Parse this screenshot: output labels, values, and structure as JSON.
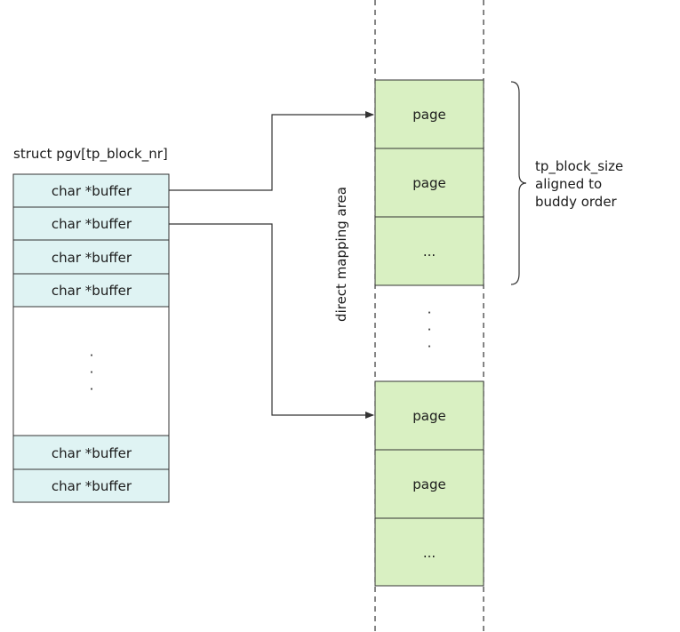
{
  "array": {
    "title": "struct pgv[tp_block_nr]",
    "top_entries": [
      "char *buffer",
      "char *buffer",
      "char *buffer",
      "char *buffer"
    ],
    "ellipsis": "· · ·",
    "bottom_entries": [
      "char *buffer",
      "char *buffer"
    ]
  },
  "area": {
    "label": "direct mapping area",
    "gap_ellipsis": "· · ·"
  },
  "block_top": {
    "cells": [
      "page",
      "page",
      "..."
    ]
  },
  "block_bottom": {
    "cells": [
      "page",
      "page",
      "..."
    ]
  },
  "brace": {
    "lines": [
      "tp_block_size",
      "aligned to",
      "buddy order"
    ]
  },
  "colors": {
    "array_fill": "#dff3f3",
    "page_fill": "#d9f0c2",
    "stroke": "#333333",
    "line": "#333333"
  }
}
